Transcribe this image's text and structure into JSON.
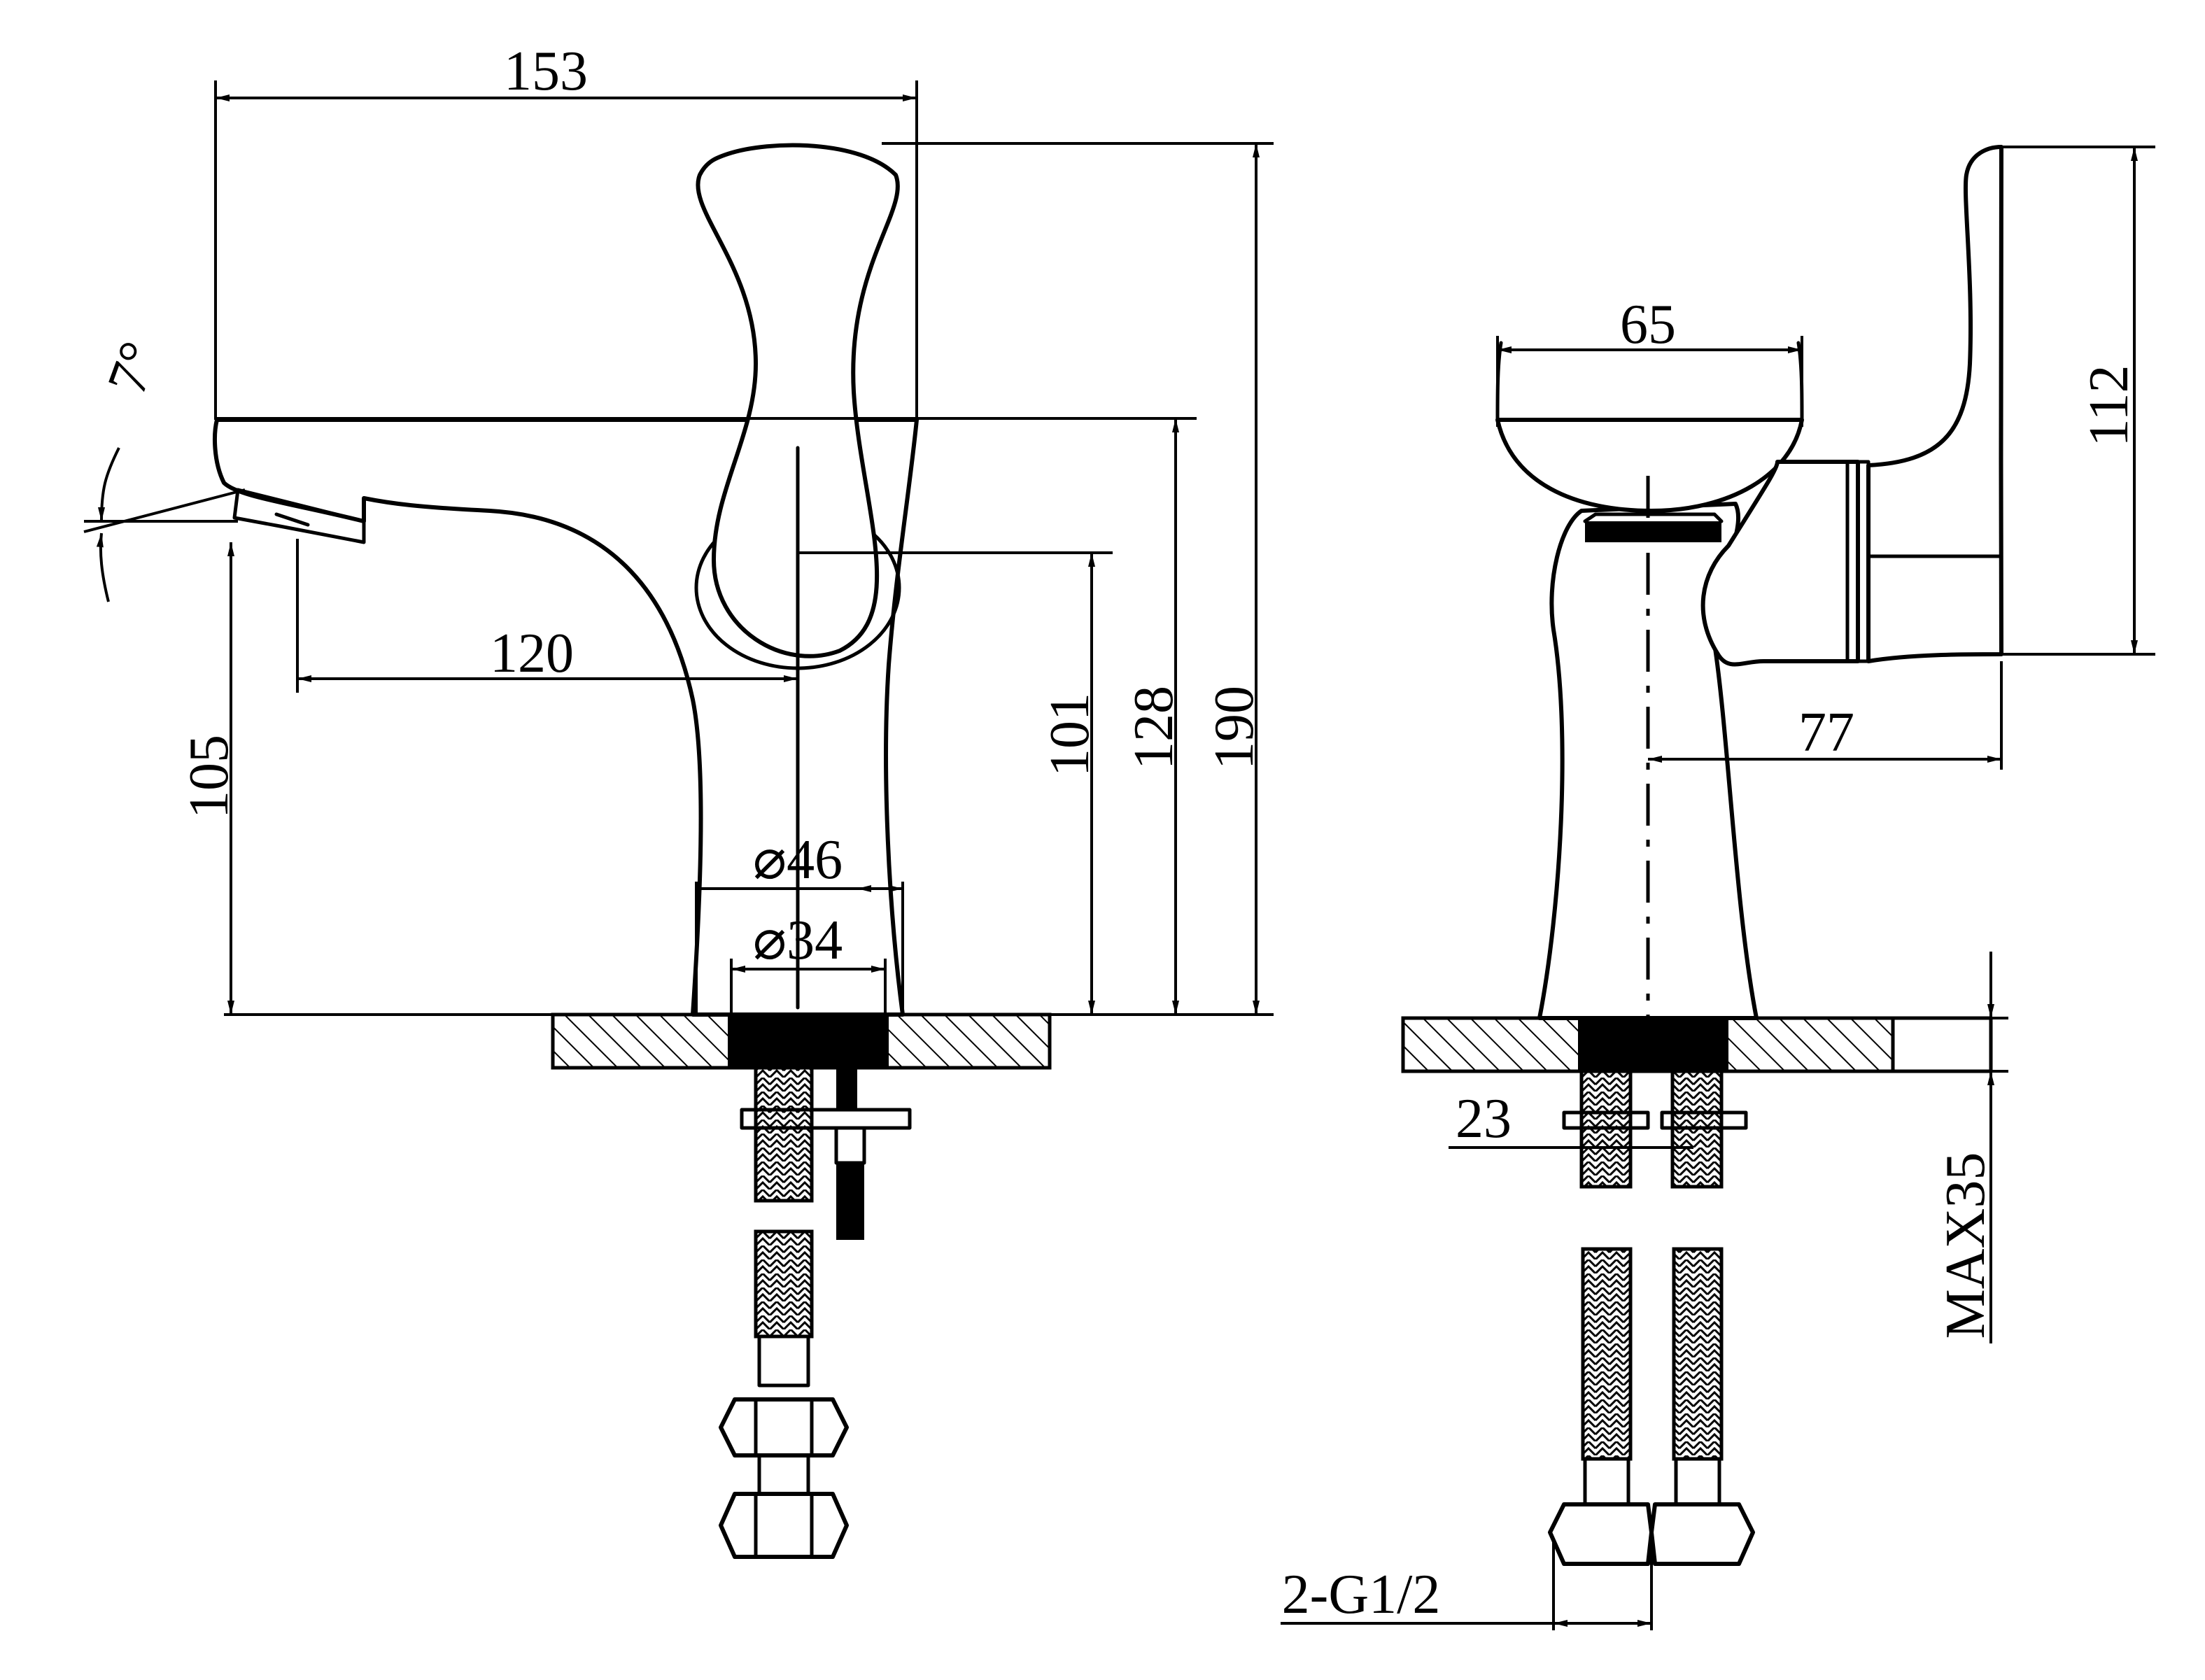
{
  "front_view": {
    "dims": {
      "total_width": "153",
      "spout_reach": "120",
      "spout_height": "105",
      "outlet_to_lever": "101",
      "spout_top_height": "128",
      "total_height": "190",
      "base_outer_dia": "⌀46",
      "base_inner_dia": "⌀34",
      "spout_angle": "7°"
    }
  },
  "side_view": {
    "dims": {
      "handle_width": "65",
      "lever_height": "112",
      "lever_reach": "77",
      "hose_spacing": "23",
      "max_deck_thickness": "MAX35",
      "connection": "2-G1/2"
    }
  }
}
